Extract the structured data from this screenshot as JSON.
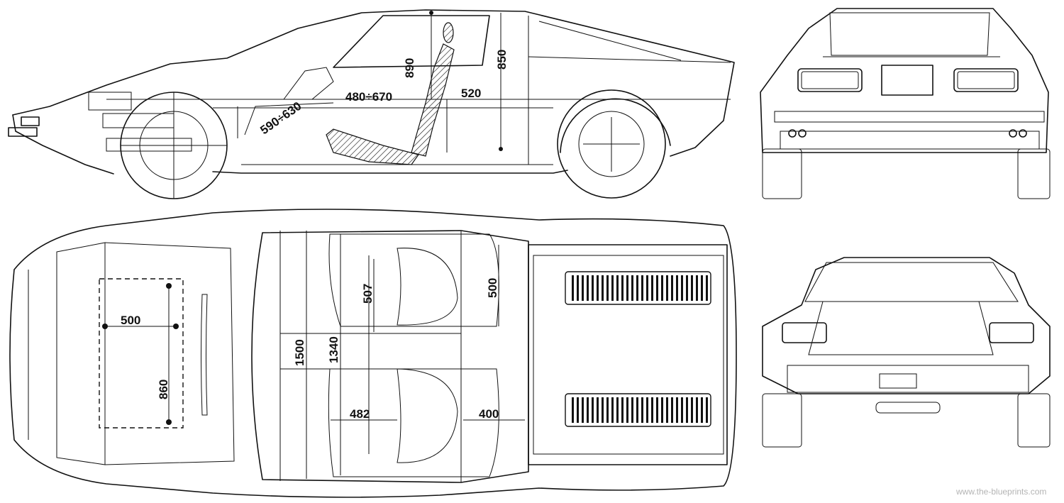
{
  "dimensions": {
    "side_pedal_range": "590÷630",
    "side_seat_range": "480÷670",
    "side_headroom_seat": "890",
    "side_headroom_roof": "850",
    "side_seat_height": "520",
    "top_width_frunk": "500",
    "top_length_frunk": "860",
    "top_width_outer": "1500",
    "top_width_inner": "1340",
    "top_seat_length": "507",
    "top_rear_length": "500",
    "top_seat_width": "482",
    "top_footwell": "400"
  },
  "watermark": "www.the-blueprints.com"
}
